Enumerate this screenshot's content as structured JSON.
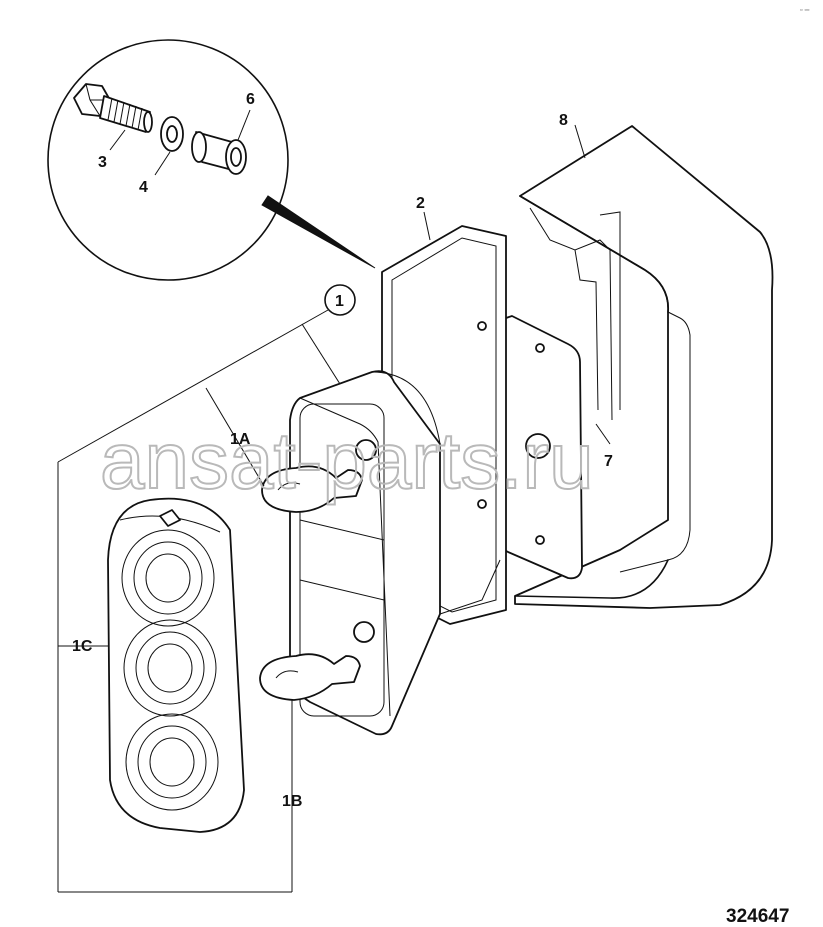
{
  "diagram": {
    "figure_number": "324647",
    "watermark": "ansat-parts.ru",
    "corner_mark": "▫ ▫▫",
    "callouts": {
      "item_1": "1",
      "item_1a": "1A",
      "item_1b": "1B",
      "item_1c": "1C",
      "item_2": "2",
      "item_3": "3",
      "item_4": "4",
      "item_6": "6",
      "item_7": "7",
      "item_8": "8"
    },
    "line_color": "#111111",
    "watermark_color": "#b9b9b9",
    "parts": [
      {
        "label": "1",
        "icon": "lamp-assembly"
      },
      {
        "label": "1A",
        "icon": "bulb-upper"
      },
      {
        "label": "1B",
        "icon": "bulb-lower"
      },
      {
        "label": "1C",
        "icon": "lamp-lens"
      },
      {
        "label": "2",
        "icon": "gasket"
      },
      {
        "label": "3",
        "icon": "bolt"
      },
      {
        "label": "4",
        "icon": "washer"
      },
      {
        "label": "6",
        "icon": "spacer"
      },
      {
        "label": "7",
        "icon": "mounting-plate"
      },
      {
        "label": "8",
        "icon": "guard-bracket"
      }
    ]
  }
}
